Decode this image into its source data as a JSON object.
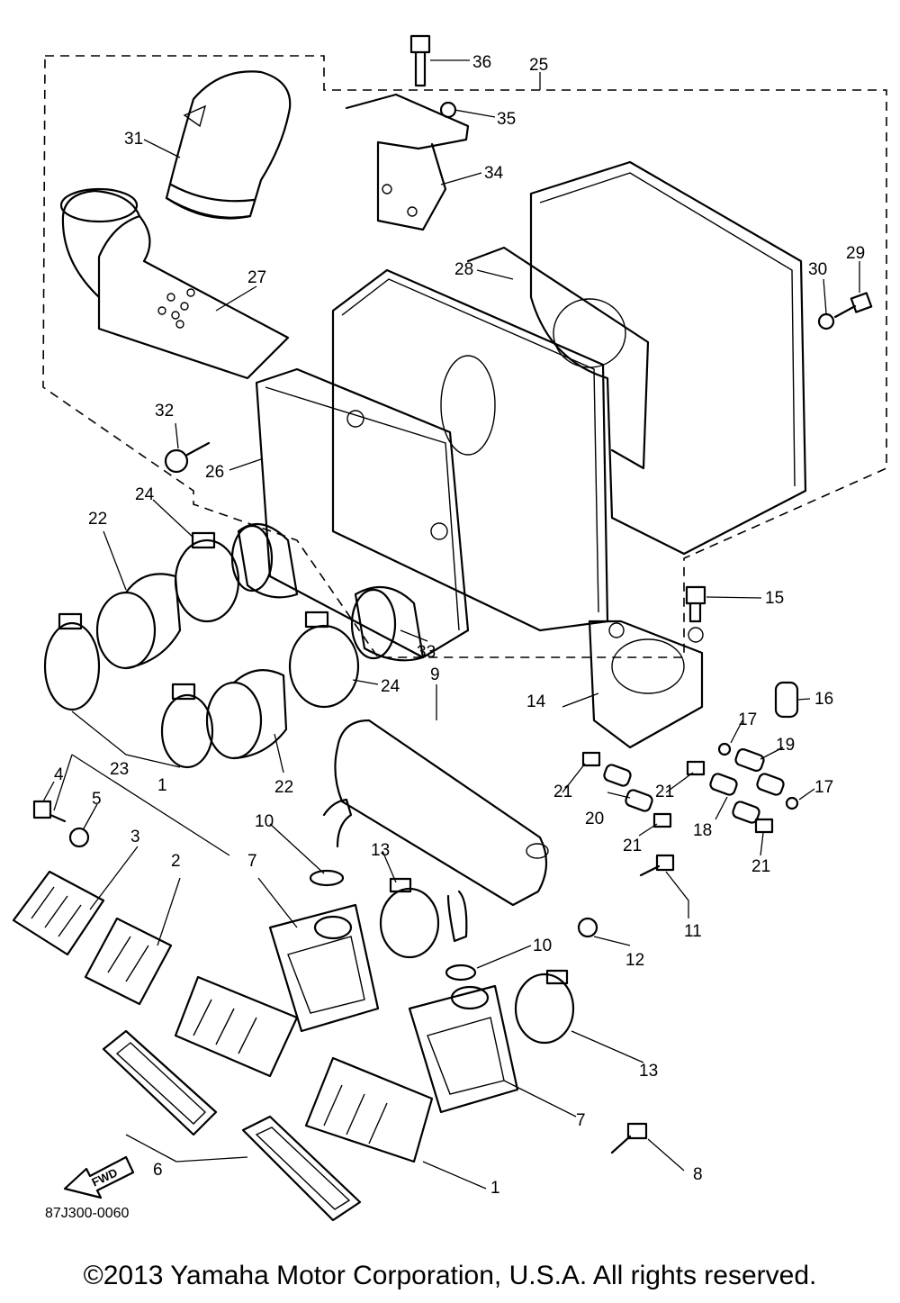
{
  "diagram": {
    "drawing_code": "87J300-0060",
    "fwd_label": "FWD",
    "callouts": [
      "1",
      "2",
      "3",
      "4",
      "5",
      "6",
      "7",
      "8",
      "9",
      "10",
      "11",
      "12",
      "13",
      "14",
      "15",
      "16",
      "17",
      "18",
      "19",
      "20",
      "21",
      "22",
      "23",
      "24",
      "25",
      "26",
      "27",
      "28",
      "29",
      "30",
      "31",
      "32",
      "33",
      "34",
      "35",
      "36"
    ]
  },
  "footer": {
    "copyright": "©2013 Yamaha Motor Corporation, U.S.A. All rights reserved."
  }
}
